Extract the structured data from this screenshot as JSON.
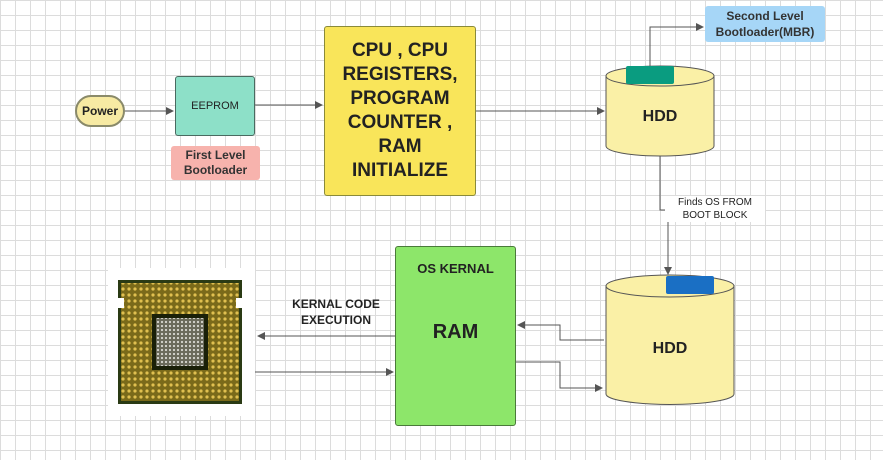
{
  "nodes": {
    "power": "Power",
    "eeprom": "EEPROM",
    "first_level_bootloader": "First Level\nBootloader",
    "cpu_init": "CPU , CPU\nREGISTERS,\nPROGRAM\nCOUNTER ,\nRAM\nINITIALIZE",
    "hdd_top": "HDD",
    "second_level_bootloader": "Second Level\nBootloader(MBR)",
    "hdd_bottom": "HDD",
    "os_kernal_title": "OS KERNAL",
    "os_kernal_ram": "RAM"
  },
  "edge_labels": {
    "finds_os": "Finds OS FROM\nBOOT BLOCK",
    "kernal_exec": "KERNAL CODE\nEXECUTION"
  },
  "colors": {
    "power": "#f7eaa3",
    "eeprom": "#8de0c8",
    "first_level_bootloader": "#f7b3ad",
    "cpu_init": "#f9e55a",
    "hdd": "#faf0a6",
    "second_level_bootloader": "#a6d6f7",
    "os_kernal": "#8de66a",
    "boot_block_top": "#0a9c80",
    "boot_block_bottom": "#1a6fc4"
  }
}
